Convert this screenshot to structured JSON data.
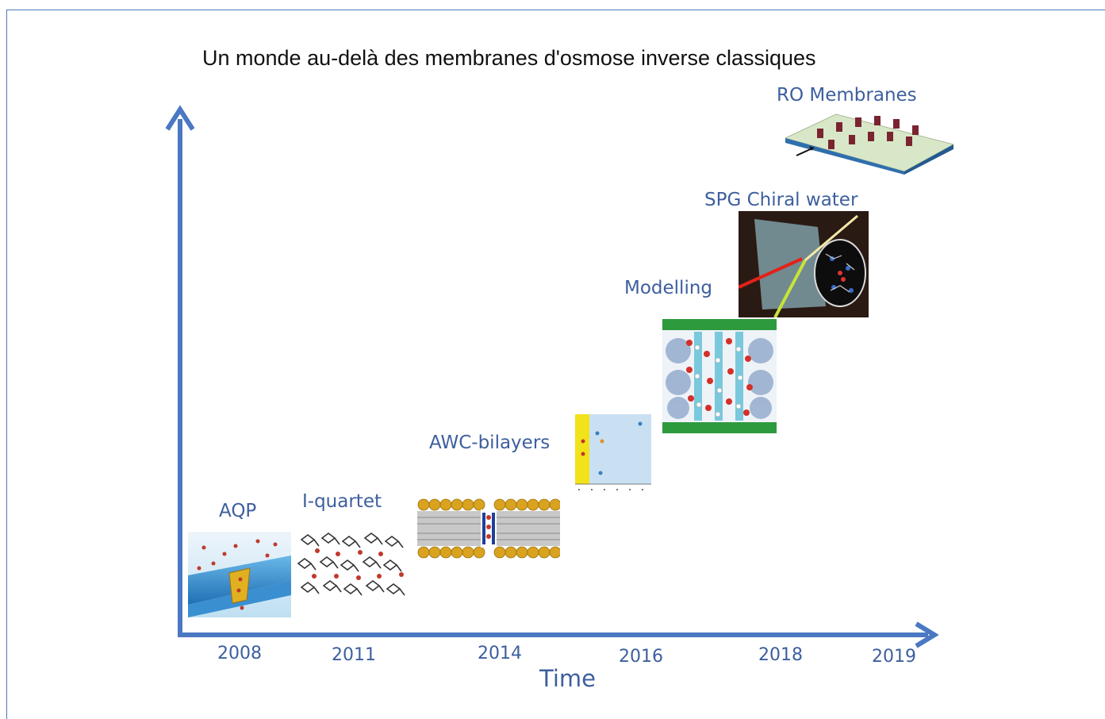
{
  "title": "Un monde au-delà des membranes d'osmose inverse classiques",
  "x_axis_label": "Time",
  "timeline": [
    {
      "year": "2008",
      "label": "AQP",
      "image": "aquaporin-channel-illustration"
    },
    {
      "year": "2011",
      "label": "I-quartet",
      "image": "i-quartet-molecular-network-illustration"
    },
    {
      "year": "2014",
      "label": "AWC-bilayers",
      "image": "lipid-bilayer-channel-illustration"
    },
    {
      "year": "2016",
      "label": "",
      "image": "permeability-plot-thumbnail"
    },
    {
      "year": "2018",
      "label": "Modelling",
      "image": "molecular-modelling-illustration"
    },
    {
      "year": "",
      "label": "SPG Chiral water",
      "image": "chiral-water-channel-illustration"
    },
    {
      "year": "2019",
      "label": "RO Membranes",
      "image": "ro-membrane-illustration"
    }
  ],
  "colors": {
    "axis": "#4a78c2",
    "label": "#3d5f9e"
  }
}
